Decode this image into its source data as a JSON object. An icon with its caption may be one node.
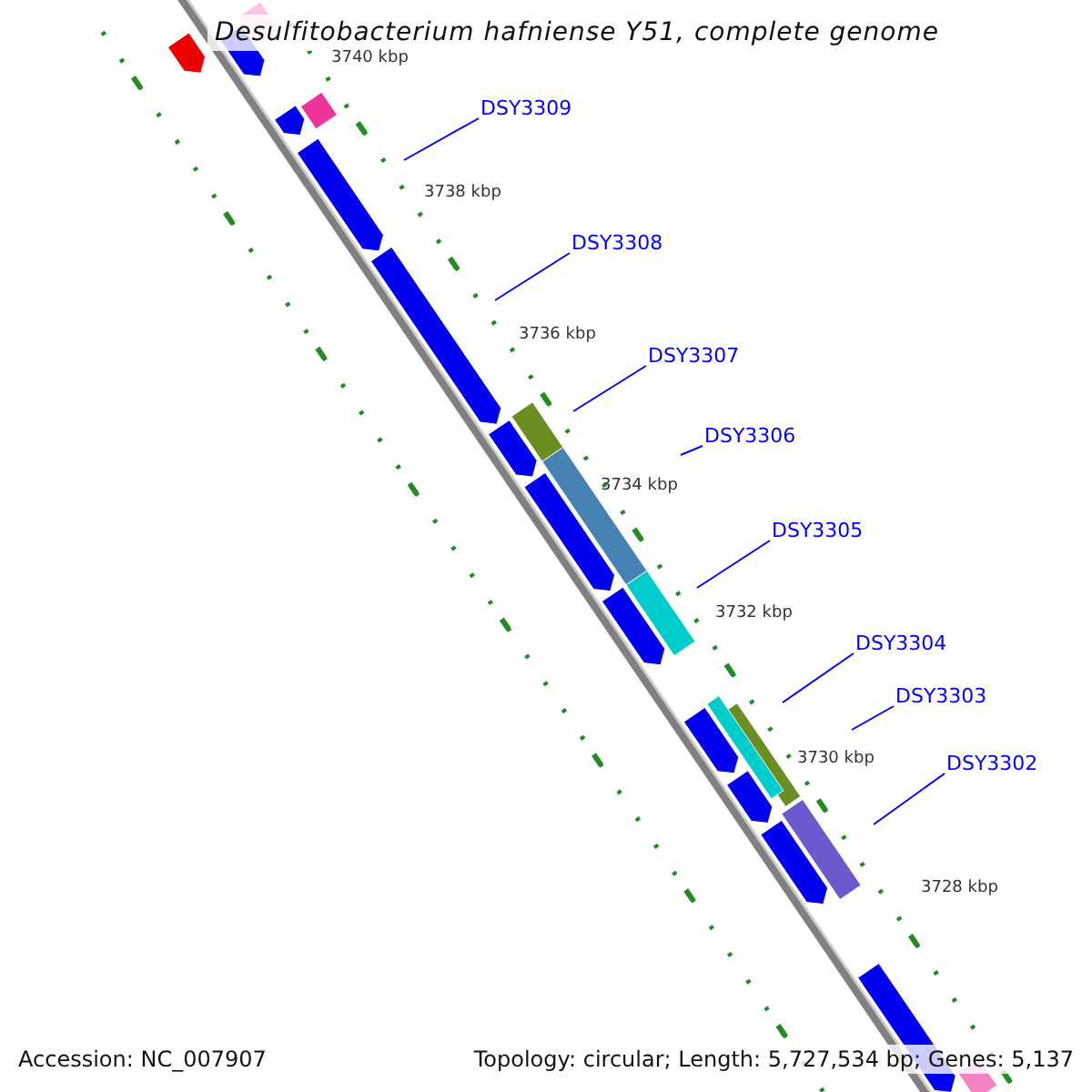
{
  "diagram": {
    "title": "Desulfitobacterium hafniense Y51, complete genome",
    "nodes": [
      {
        "text": [
          "DSY3309"
        ]
      },
      {
        "text": [
          "DSY3308"
        ]
      },
      {
        "text": [
          "DSY3307"
        ]
      },
      {
        "text": [
          "DSY3306"
        ]
      },
      {
        "text": [
          "DSY3305"
        ]
      },
      {
        "text": [
          "DSY3304"
        ]
      },
      {
        "text": [
          "DSY3303"
        ]
      },
      {
        "text": [
          "DSY3302"
        ]
      }
    ],
    "edges": [
      {
        "from": 0,
        "to": null,
        "arrow": "none"
      },
      {
        "from": 1,
        "to": null,
        "arrow": "none"
      },
      {
        "from": 2,
        "to": null,
        "arrow": "none"
      },
      {
        "from": 3,
        "to": null,
        "arrow": "none"
      },
      {
        "from": 4,
        "to": null,
        "arrow": "none"
      },
      {
        "from": 5,
        "to": null,
        "arrow": "none"
      },
      {
        "from": 6,
        "to": null,
        "arrow": "none"
      },
      {
        "from": 7,
        "to": null,
        "arrow": "none"
      }
    ],
    "labels": [
      "3740 kbp",
      "3738 kbp",
      "3736 kbp",
      "3734 kbp",
      "3732 kbp",
      "3730 kbp",
      "3728 kbp",
      "Accession: NC_007907",
      "Topology: circular; Length: 5,727,534 bp; Genes: 5,137"
    ]
  }
}
